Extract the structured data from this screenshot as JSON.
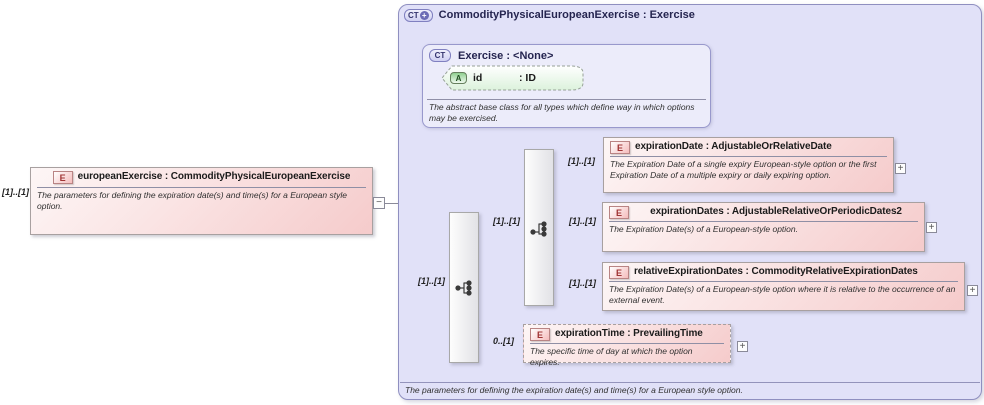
{
  "sep": " : ",
  "attr_sep": ": ",
  "icons": {
    "element": "E",
    "complex_type": "CT",
    "attribute": "A",
    "expand": "+",
    "collapse": "−"
  },
  "root": {
    "cardinality": "[1]..[1]",
    "name": "europeanExercise",
    "type": "CommodityPhysicalEuropeanExercise",
    "doc": "The parameters for defining the expiration date(s) and time(s) for a European style option."
  },
  "complex_type": {
    "name": "CommodityPhysicalEuropeanExercise",
    "type": "Exercise",
    "doc": "The parameters for defining the expiration date(s) and time(s) for a European style option.",
    "base": {
      "name": "Exercise",
      "type": "<None>",
      "doc": "The abstract base class for all types which define way in which options may be exercised.",
      "attribute": {
        "name": "id",
        "type": "ID"
      }
    },
    "sequence_cardinality": "[1]..[1]",
    "choice_cardinality": "[1]..[1]",
    "elements": [
      {
        "cardinality": "[1]..[1]",
        "name": "expirationDate",
        "type": "AdjustableOrRelativeDate",
        "doc": "The Expiration Date of a single expiry European-style option or the first Expiration Date of a multiple expiry or daily expiring option."
      },
      {
        "cardinality": "[1]..[1]",
        "name": "expirationDates",
        "type": "AdjustableRelativeOrPeriodicDates2",
        "doc": "The Expiration Date(s) of a European-style option."
      },
      {
        "cardinality": "[1]..[1]",
        "name": "relativeExpirationDates",
        "type": "CommodityRelativeExpirationDates",
        "doc": "The Expiration Date(s) of a European-style option where it is relative to the occurrence of an external event."
      },
      {
        "cardinality": "0..[1]",
        "name": "expirationTime",
        "type": "PrevailingTime",
        "doc": "The specific time of day at which the option expires."
      }
    ]
  }
}
